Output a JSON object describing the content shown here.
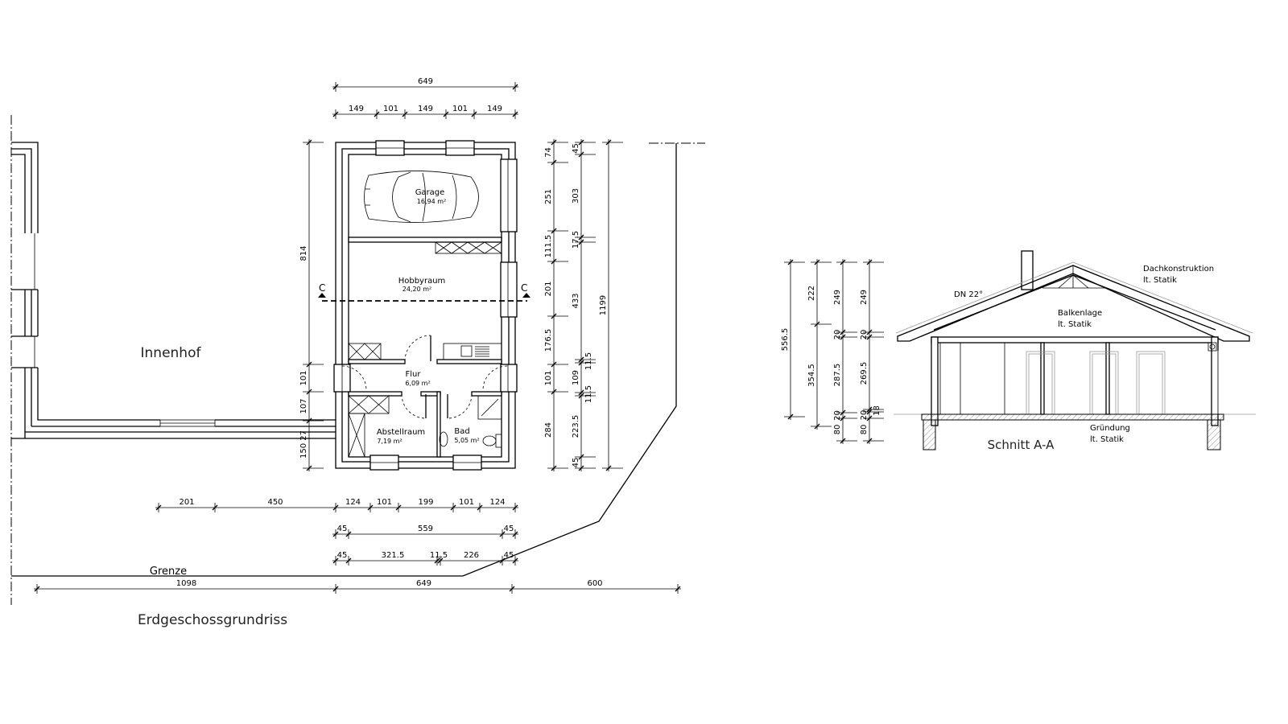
{
  "plan": {
    "title": "Erdgeschossgrundriss",
    "courtyard": "Innenhof",
    "boundary": "Grenze",
    "section_marks": [
      "C",
      "C"
    ],
    "rooms": [
      {
        "name": "Garage",
        "area": "16,94 m²"
      },
      {
        "name": "Hobbyraum",
        "area": "24,20 m²"
      },
      {
        "name": "Flur",
        "area": "6,09 m²"
      },
      {
        "name": "Abstellraum",
        "area": "7,19 m²"
      },
      {
        "name": "Bad",
        "area": "5,05 m²"
      }
    ],
    "dims": {
      "top_total": [
        "649"
      ],
      "top": [
        "149",
        "101",
        "149",
        "101",
        "149"
      ],
      "left": [
        "814",
        "101",
        "107",
        "150 27"
      ],
      "right1": [
        "74",
        "251",
        "111.5",
        "201",
        "176.5",
        "101",
        "284"
      ],
      "right2": [
        "45",
        "303",
        "17.5",
        "433",
        "11.5",
        "109",
        "11.5",
        "223.5",
        "45"
      ],
      "right3": [
        "1199"
      ],
      "bottom1": [
        "201",
        "450",
        "124",
        "101",
        "199",
        "101",
        "124"
      ],
      "bottom2": [
        "45",
        "559",
        "45"
      ],
      "bottom3": [
        "45",
        "321.5",
        "11.5",
        "226",
        "45"
      ],
      "bottom4": [
        "1098",
        "649",
        "600"
      ]
    }
  },
  "section": {
    "title": "Schnitt A-A",
    "roof_pitch": "DN 22°",
    "notes": [
      {
        "title": "Dachkonstruktion",
        "sub": "lt. Statik"
      },
      {
        "title": "Balkenlage",
        "sub": "lt. Statik"
      },
      {
        "title": "Gründung",
        "sub": "lt. Statik"
      }
    ],
    "dims": {
      "col1": [
        "556.5"
      ],
      "col2": [
        "222",
        "354.5"
      ],
      "col3": [
        "249",
        "20",
        "287.5",
        "20",
        "80"
      ],
      "col4": [
        "249",
        "20",
        "269.5",
        "18",
        "20",
        "80"
      ]
    }
  }
}
